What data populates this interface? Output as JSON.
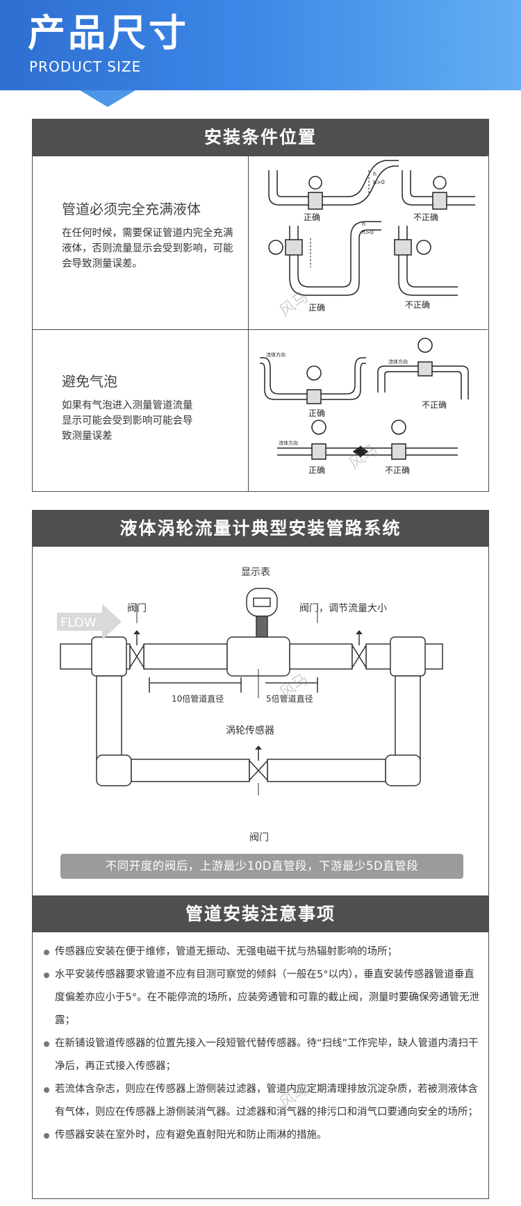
{
  "header": {
    "title": "产品尺寸",
    "subtitle": "PRODUCT SIZE"
  },
  "install_conditions": {
    "title": "安装条件位置",
    "rows": [
      {
        "heading": "管道必须完全充满液体",
        "description": "在任何时候，需要保证管道内完全充满液体，否则流量显示会受到影响，可能会导致测量误差。",
        "labels": [
          "正确",
          "不正确",
          "正确",
          "不正确"
        ],
        "annotations": [
          "h",
          "h>0",
          "h",
          "h>0"
        ]
      },
      {
        "heading": "避免气泡",
        "description": "如果有气泡进入测量管道流量显示可能会受到影响可能会导致测量误差",
        "labels": [
          "正确",
          "不正确",
          "正确",
          "不正确"
        ],
        "annotations": [
          "流体方向",
          "流体方向",
          "流体方向"
        ]
      }
    ]
  },
  "pipeline_system": {
    "title": "液体涡轮流量计典型安装管路系统",
    "labels": {
      "display": "显示表",
      "valve_left": "阀门",
      "valve_right": "阀门，调节流量大小",
      "flow": "FLOW",
      "upstream": "10倍管道直径",
      "downstream": "5倍管道直径",
      "sensor": "涡轮传感器",
      "valve_bottom": "阀门"
    },
    "note": "不同开度的阀后，上游最少10D直管段，下游最少5D直管段"
  },
  "precautions": {
    "title": "管道安装注意事项",
    "items": [
      "传感器应安装在便于维修，管道无振动、无强电磁干扰与热辐射影响的场所；",
      "水平安装传感器要求管道不应有目测可察觉的倾斜（一般在5°以内），垂直安装传感器管道垂直度偏差亦应小于5°。在不能停流的场所，应装旁通管和可靠的截止阀，测量时要确保旁通管无泄露；",
      "在新铺设管道传感器的位置先接入一段短管代替传感器。待“扫线”工作完毕，缺人管道内清扫干净后，再正式接入传感器；",
      "若流体含杂志，则应在传感器上游侧装过滤器，管道内应定期清理排放沉淀杂质，若被测液体含有气体，则应在传感器上游侧装消气器。过滤器和消气器的排污口和消气口要通向安全的场所；",
      "传感器安装在室外时，应有避免直射阳光和防止雨淋的措施。"
    ]
  },
  "watermark": "风马",
  "colors": {
    "hero_start": "#2e6fd1",
    "hero_end": "#63aef2",
    "panel_head": "#4f4f4f",
    "note_bar": "#9b9b9b"
  }
}
